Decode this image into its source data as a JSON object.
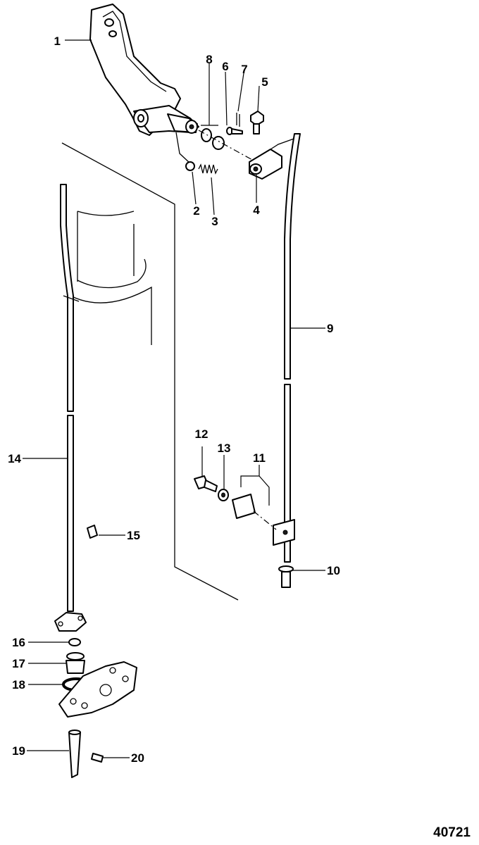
{
  "callouts": {
    "c1": "1",
    "c2": "2",
    "c3": "3",
    "c4": "4",
    "c5": "5",
    "c6": "6",
    "c7": "7",
    "c8": "8",
    "c9": "9",
    "c10": "10",
    "c11": "11",
    "c12": "12",
    "c13": "13",
    "c14": "14",
    "c15": "15",
    "c16": "16",
    "c17": "17",
    "c18": "18",
    "c19": "19",
    "c20": "20"
  },
  "figure_number": "40721"
}
